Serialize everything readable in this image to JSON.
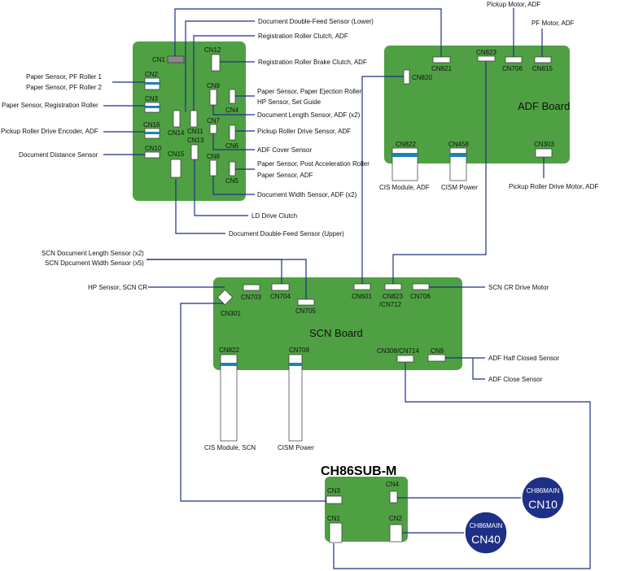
{
  "boards": {
    "main_left": {
      "connectors": {
        "cn1": "CN1",
        "cn2": "CN2",
        "cn3": "CN3",
        "cn16": "CN16",
        "cn10": "CN10",
        "cn14": "CN14",
        "cn15": "CN15",
        "cn11": "CN11",
        "cn13": "CN13",
        "cn12": "CN12",
        "cn9": "CN9",
        "cn4": "CN4",
        "cn7": "CN7",
        "cn6": "CN6",
        "cn8": "CN8",
        "cn5": "CN5"
      }
    },
    "adf": {
      "title": "ADF Board",
      "connectors": {
        "cn821": "CN821",
        "cn823": "CN823",
        "cn706": "CN706",
        "cn815": "CN815",
        "cn820": "CN820",
        "cn822": "CN822",
        "cn458": "CN458",
        "cn303": "CN303"
      }
    },
    "scn": {
      "title": "SCN Board",
      "connectors": {
        "cn301": "CN301",
        "cn703": "CN703",
        "cn704": "CN704",
        "cn705": "CN705",
        "cn601": "CN601",
        "cn823_712": "CN823\n/CN712",
        "cn823_712_a": "CN823",
        "cn823_712_b": "/CN712",
        "cn706": "CN706",
        "cn822": "CN822",
        "cn709": "CN709",
        "cn308_714": "CN308/CN714",
        "cn9": "CN9"
      }
    },
    "sub": {
      "title": "CH86SUB-M",
      "connectors": {
        "cn3": "CN3",
        "cn4": "CN4",
        "cn1": "CN1",
        "cn2": "CN2"
      }
    }
  },
  "badges": {
    "cn10": {
      "top": "CH86MAIN",
      "bottom": "CN10"
    },
    "cn40": {
      "top": "CH86MAIN",
      "bottom": "CN40"
    }
  },
  "labels": {
    "doc_double_feed_lower": "Document Double-Feed Sensor (Lower)",
    "reg_roller_clutch": "Registration Roller Clutch, ADF",
    "reg_roller_brake_clutch": "Registration Roller Brake Clutch, ADF",
    "paper_sensor_pf1": "Paper Sensor, PF Roller 1",
    "paper_sensor_pf2": "Paper Sensor, PF Roller 2",
    "paper_sensor_reg": "Paper Sensor, Registration Roller",
    "pickup_encoder": "Pickup Roller Drive Encoder, ADF",
    "doc_distance": "Document Distance Sensor",
    "paper_sensor_eject": "Paper Sensor, Paper Ejection Roller",
    "hp_sensor_set_guide": "HP Sensor, Set Guide",
    "doc_length_adf": "Document Length Sensor, ADF (x2)",
    "pickup_drive_sensor": "Pickup Roller Drive Sensor, ADF",
    "adf_cover": "ADF Cover Sensor",
    "paper_sensor_post_accel": "Paper Sensor, Post Acceleration Roller",
    "paper_sensor_adf": "Paper Sensor, ADF",
    "doc_width_adf": "Document Width Sensor, ADF (x2)",
    "ld_drive_clutch": "LD Drive Clutch",
    "doc_double_feed_upper": "Document Double-Feed Sensor (Upper)",
    "pickup_motor": "Pickup Motor, ADF",
    "pf_motor": "PF Motor, ADF",
    "cis_module_adf": "CIS Module, ADF",
    "cism_power_adf": "CISM Power",
    "pickup_drive_motor": "Pickup Roller Drive Motor, ADF",
    "scn_doc_length": "SCN Document Length Sensor (x2)",
    "scn_doc_width": "SCN Dpcument Width Sensor (x5)",
    "hp_sensor_scn_cr": "HP Sensor, SCN CR",
    "scn_cr_drive_motor": "SCN CR Drive Motor",
    "adf_half_closed": "ADF Half Closed Sensor",
    "adf_close": "ADF Close Sensor",
    "cis_module_scn": "CIS Module, SCN",
    "cism_power_scn": "CISM Power"
  }
}
